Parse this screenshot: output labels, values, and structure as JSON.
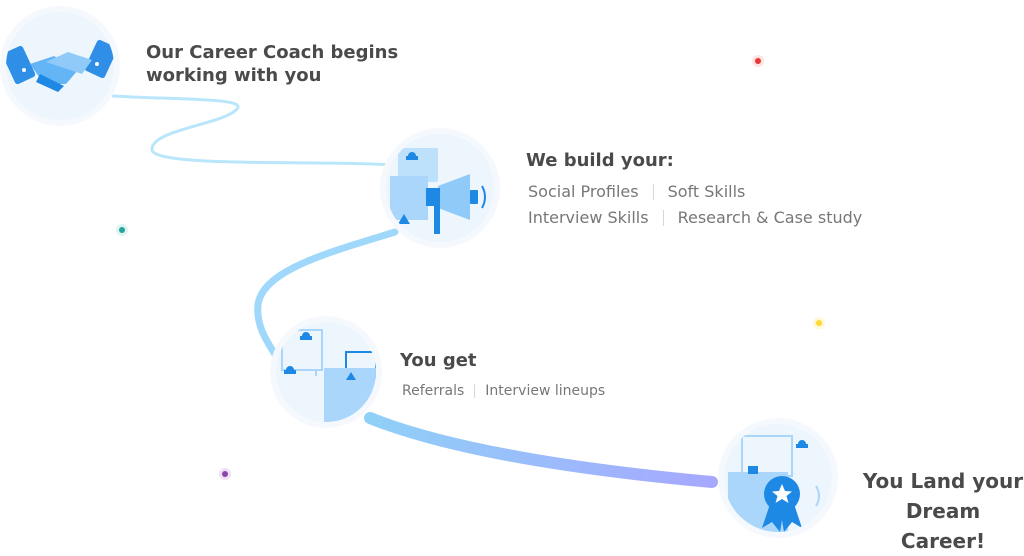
{
  "steps": {
    "step1": {
      "title_line1": "Our Career Coach begins",
      "title_line2": "working with you"
    },
    "step2": {
      "title": "We build your:",
      "items": [
        "Social Profiles",
        "Soft Skills",
        "Interview Skills",
        "Research & Case study"
      ]
    },
    "step3": {
      "title": "You get",
      "items": [
        "Referrals",
        "Interview lineups"
      ]
    },
    "step4": {
      "title_line1": "You Land your",
      "title_line2": "Dream Career!"
    }
  },
  "icons": {
    "step1": "handshake-icon",
    "step2": "megaphone-icon",
    "step3": "profile-cards-icon",
    "step4": "award-ribbon-icon"
  },
  "colors": {
    "title_text": "#4a4a4a",
    "item_text": "#777777",
    "icon_blue": "#1e88e5",
    "icon_light_blue": "#90caf9",
    "path_light": "#b3e5fc",
    "path_gradient_start": "#7fc6f5",
    "path_gradient_end": "#a8a6ff",
    "dot_red": "#e53935",
    "dot_teal": "#26a69a",
    "dot_yellow": "#fdd835",
    "dot_purple": "#8e44ad"
  }
}
